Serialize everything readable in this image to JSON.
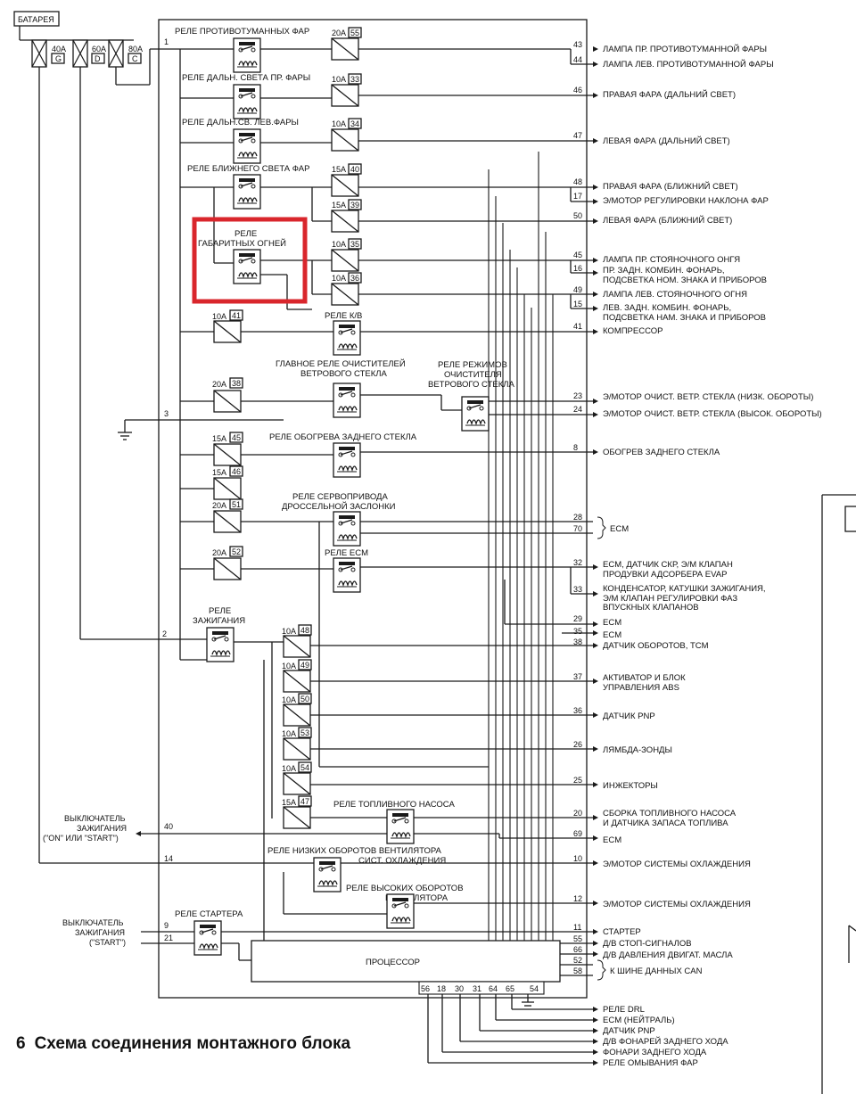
{
  "battery": "БАТАРЕЯ",
  "mains": [
    {
      "rating": "40A",
      "code": "G"
    },
    {
      "rating": "60A",
      "code": "D"
    },
    {
      "rating": "80A",
      "code": "C"
    }
  ],
  "relays": {
    "fog": "РЕЛЕ ПРОТИВОТУМАННЫХ ФАР",
    "high_r": "РЕЛЕ ДАЛЬН. СВЕТА ПР. ФАРЫ",
    "high_l": "РЕЛЕ ДАЛЬН.СВ. ЛЕВ.ФАРЫ",
    "low": "РЕЛЕ БЛИЖНЕГО СВЕТА ФАР",
    "park_1": "РЕЛЕ",
    "park_2": "ГАБАРИТНЫХ ОГНЕЙ",
    "ac": "РЕЛЕ К/В",
    "wiper_main_1": "ГЛАВНОЕ РЕЛЕ ОЧИСТИТЕЛЕЙ",
    "wiper_main_2": "ВЕТРОВОГО СТЕКЛА",
    "wiper_mode_1": "РЕЛЕ РЕЖИМОВ",
    "wiper_mode_2": "ОЧИСТИТЕЛЯ",
    "wiper_mode_3": "ВЕТРОВОГО СТЕКЛА",
    "rear_defog": "РЕЛЕ ОБОГРЕВА ЗАДНЕГО СТЕКЛА",
    "throttle_1": "РЕЛЕ СЕРВОПРИВОДА",
    "throttle_2": "ДРОССЕЛЬНОЙ ЗАСЛОНКИ",
    "ecm": "РЕЛЕ ECM",
    "ign_1": "РЕЛЕ",
    "ign_2": "ЗАЖИГАНИЯ",
    "fuel_pump": "РЕЛЕ ТОПЛИВНОГО НАСОСА",
    "fan_low_1": "РЕЛЕ НИЗКИХ ОБОРОТОВ ВЕНТИЛЯТОРА",
    "fan_low_2": "СИСТ. ОХЛАЖДЕНИЯ",
    "fan_high_1": "РЕЛЕ ВЫСОКИХ ОБОРОТОВ",
    "fan_high_2": "ВЕНТИЛЯТОРА",
    "starter": "РЕЛЕ СТАРТЕРА"
  },
  "fuses": [
    {
      "rating": "20A",
      "num": "55"
    },
    {
      "rating": "10A",
      "num": "33"
    },
    {
      "rating": "10A",
      "num": "34"
    },
    {
      "rating": "15A",
      "num": "40"
    },
    {
      "rating": "15A",
      "num": "39"
    },
    {
      "rating": "10A",
      "num": "35"
    },
    {
      "rating": "10A",
      "num": "36"
    },
    {
      "rating": "10A",
      "num": "41"
    },
    {
      "rating": "20A",
      "num": "38"
    },
    {
      "rating": "15A",
      "num": "45"
    },
    {
      "rating": "15A",
      "num": "46"
    },
    {
      "rating": "20A",
      "num": "51"
    },
    {
      "rating": "20A",
      "num": "52"
    },
    {
      "rating": "10A",
      "num": "48"
    },
    {
      "rating": "10A",
      "num": "49"
    },
    {
      "rating": "10A",
      "num": "50"
    },
    {
      "rating": "10A",
      "num": "53"
    },
    {
      "rating": "10A",
      "num": "54"
    },
    {
      "rating": "15A",
      "num": "47"
    }
  ],
  "outputs": [
    {
      "pin": "43",
      "label": "ЛАМПА ПР. ПРОТИВОТУМАННОЙ ФАРЫ"
    },
    {
      "pin": "44",
      "label": "ЛАМПА ЛЕВ. ПРОТИВОТУМАННОЙ ФАРЫ"
    },
    {
      "pin": "46",
      "label": "ПРАВАЯ ФАРА (ДАЛЬНИЙ СВЕТ)"
    },
    {
      "pin": "47",
      "label": "ЛЕВАЯ ФАРА (ДАЛЬНИЙ СВЕТ)"
    },
    {
      "pin": "48",
      "label": "ПРАВАЯ ФАРА (БЛИЖНИЙ СВЕТ)"
    },
    {
      "pin": "17",
      "label": "Э/МОТОР РЕГУЛИРОВКИ НАКЛОНА ФАР"
    },
    {
      "pin": "50",
      "label": "ЛЕВАЯ ФАРА (БЛИЖНИЙ СВЕТ)"
    },
    {
      "pin": "45",
      "label": "ЛАМПА ПР. СТОЯНОЧНОГО ОНГЯ"
    },
    {
      "pin": "16",
      "label": "ПР. ЗАДН. КОМБИН. ФОНАРЬ,",
      "label2": "ПОДСВЕТКА НОМ. ЗНАКА И ПРИБОРОВ"
    },
    {
      "pin": "49",
      "label": "ЛАМПА ЛЕВ. СТОЯНОЧНОГО ОГНЯ"
    },
    {
      "pin": "15",
      "label": "ЛЕВ. ЗАДН. КОМБИН. ФОНАРЬ,",
      "label2": "ПОДСВЕТКА НАМ. ЗНАКА И ПРИБОРОВ"
    },
    {
      "pin": "41",
      "label": "КОМПРЕССОР"
    },
    {
      "pin": "23",
      "label": "Э/МОТОР ОЧИСТ. ВЕТР. СТЕКЛА (НИЗК. ОБОРОТЫ)"
    },
    {
      "pin": "24",
      "label": "Э/МОТОР ОЧИСТ. ВЕТР. СТЕКЛА (ВЫСОК. ОБОРОТЫ)"
    },
    {
      "pin": "8",
      "label": "ОБОГРЕВ ЗАДНЕГО СТЕКЛА"
    },
    {
      "pin": "28",
      "label": ""
    },
    {
      "pin": "70",
      "label": "ECM"
    },
    {
      "pin": "32",
      "label": "ECM, ДАТЧИК СКР, Э/М КЛАПАН",
      "label2": "ПРОДУВКИ АДСОРБЕРА EVAP"
    },
    {
      "pin": "33",
      "label": "КОНДЕНСАТОР, КАТУШКИ ЗАЖИГАНИЯ,",
      "label2": "Э/М КЛАПАН РЕГУЛИРОВКИ ФАЗ",
      "label3": "ВПУСКНЫХ КЛАПАНОВ"
    },
    {
      "pin": "29",
      "label": "ECM"
    },
    {
      "pin": "35",
      "label": "ECM"
    },
    {
      "pin": "38",
      "label": "ДАТЧИК ОБОРОТОВ, TCM"
    },
    {
      "pin": "37",
      "label": "АКТИВАТОР И БЛОК",
      "label2": "УПРАВЛЕНИЯ ABS"
    },
    {
      "pin": "36",
      "label": "ДАТЧИК PNP"
    },
    {
      "pin": "26",
      "label": "ЛЯМБДА-ЗОНДЫ"
    },
    {
      "pin": "25",
      "label": "ИНЖЕКТОРЫ"
    },
    {
      "pin": "20",
      "label": "СБОРКА ТОПЛИВНОГО НАСОСА",
      "label2": "И ДАТЧИКА ЗАПАСА ТОПЛИВА"
    },
    {
      "pin": "69",
      "label": "ECM"
    },
    {
      "pin": "10",
      "label": "Э/МОТОР СИСТЕМЫ ОХЛАЖДЕНИЯ"
    },
    {
      "pin": "12",
      "label": "Э/МОТОР СИСТЕМЫ ОХЛАЖДЕНИЯ"
    },
    {
      "pin": "11",
      "label": "СТАРТЕР"
    },
    {
      "pin": "55",
      "label": "Д/В СТОП-СИГНАЛОВ"
    },
    {
      "pin": "66",
      "label": "Д/В ДАВЛЕНИЯ ДВИГАТ. МАСЛА"
    },
    {
      "pin": "52",
      "label": ""
    },
    {
      "pin": "58",
      "label": "К ШИНЕ ДАННЫХ CAN"
    }
  ],
  "left_pins": {
    "p1": "1",
    "p2": "2",
    "p3": "3",
    "p40": "40",
    "p14": "14",
    "p9": "9",
    "p21": "21"
  },
  "ign_switch": {
    "l1": "ВЫКЛЮЧАТЕЛЬ",
    "l2": "ЗАЖИГАНИЯ",
    "l3": "(\"ON\" ИЛИ \"START\")"
  },
  "start_switch": {
    "l1": "ВЫКЛЮЧАТЕЛЬ",
    "l2": "ЗАЖИГАНИЯ",
    "l3": "(\"START\")"
  },
  "processor": "ПРОЦЕССОР",
  "bottom_pins": [
    "56",
    "18",
    "30",
    "31",
    "64",
    "65",
    "54"
  ],
  "bottom_outputs": [
    "РЕЛЕ DRL",
    "ECM (НЕЙТРАЛЬ)",
    "ДАТЧИК PNP",
    "Д/В ФОНАРЕЙ ЗАДНЕГО ХОДА",
    "ФОНАРИ ЗАДНЕГО ХОДА",
    "РЕЛЕ ОМЫВАНИЯ ФАР"
  ],
  "caption": {
    "num": "6",
    "title": "Схема соединения монтажного блока"
  },
  "highlight_color": "#d9262c"
}
